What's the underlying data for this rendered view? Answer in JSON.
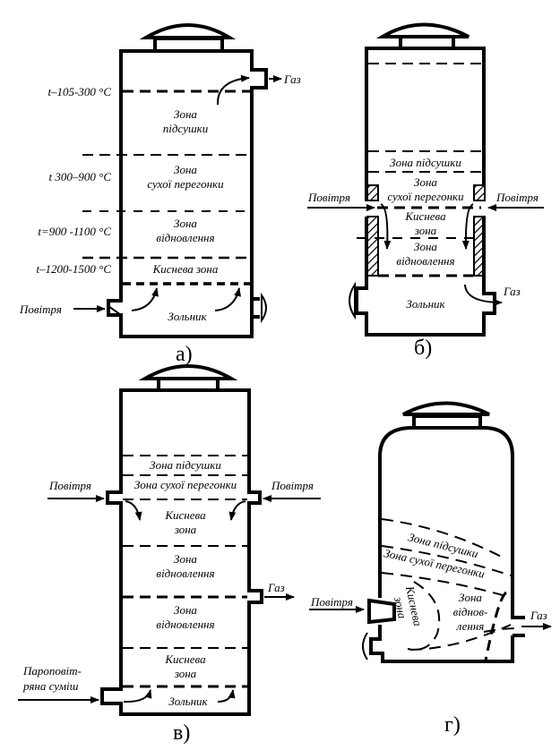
{
  "diagrams": {
    "a": {
      "caption": "а)",
      "temperatures": [
        "t–105-300 °C",
        "t  300–900 °C",
        "t=900 -1100 °C",
        "t–1200-1500 °C"
      ],
      "zones": {
        "drying_1": "Зона",
        "drying_2": "підсушки",
        "dry_dist_1": "Зона",
        "dry_dist_2": "сухої перегонки",
        "reduction_1": "Зона",
        "reduction_2": "відновлення",
        "oxygen": "Киснева зона",
        "ash": "Зольник"
      },
      "air": "Повітря",
      "gas": "Газ"
    },
    "b": {
      "caption": "б)",
      "zones": {
        "drying": "Зона підсушки",
        "dry_dist_1": "Зона",
        "dry_dist_2": "сухої перегонки",
        "oxygen_1": "Киснева",
        "oxygen_2": "зона",
        "reduction_1": "Зона",
        "reduction_2": "відновлення",
        "ash": "Зольник"
      },
      "air_left": "Повітря",
      "air_right": "Повітря",
      "gas": "Газ"
    },
    "v": {
      "caption": "в)",
      "zones": {
        "drying": "Зона підсушки",
        "dry_dist": "Зона сухої перегонки",
        "oxygen_1": "Киснева",
        "oxygen_2": "зона",
        "reduction_a_1": "Зона",
        "reduction_a_2": "відновлення",
        "reduction_b_1": "Зона",
        "reduction_b_2": "відновлення",
        "oxygen_b_1": "Киснева",
        "oxygen_b_2": "зона",
        "ash": "Зольник"
      },
      "air_left": "Повітря",
      "air_right": "Повітря",
      "gas": "Газ",
      "steam_air_1": "Пароповіт-",
      "steam_air_2": "ряна суміш"
    },
    "g": {
      "caption": "г)",
      "zones": {
        "drying": "Зона підсушки",
        "dry_dist": "Зона сухої перегонки",
        "oxygen_1": "Киснева",
        "oxygen_2": "зона",
        "reduction_1": "Зона",
        "reduction_2": "віднов-",
        "reduction_3": "лення"
      },
      "air": "Повітря",
      "gas": "Газ"
    }
  }
}
